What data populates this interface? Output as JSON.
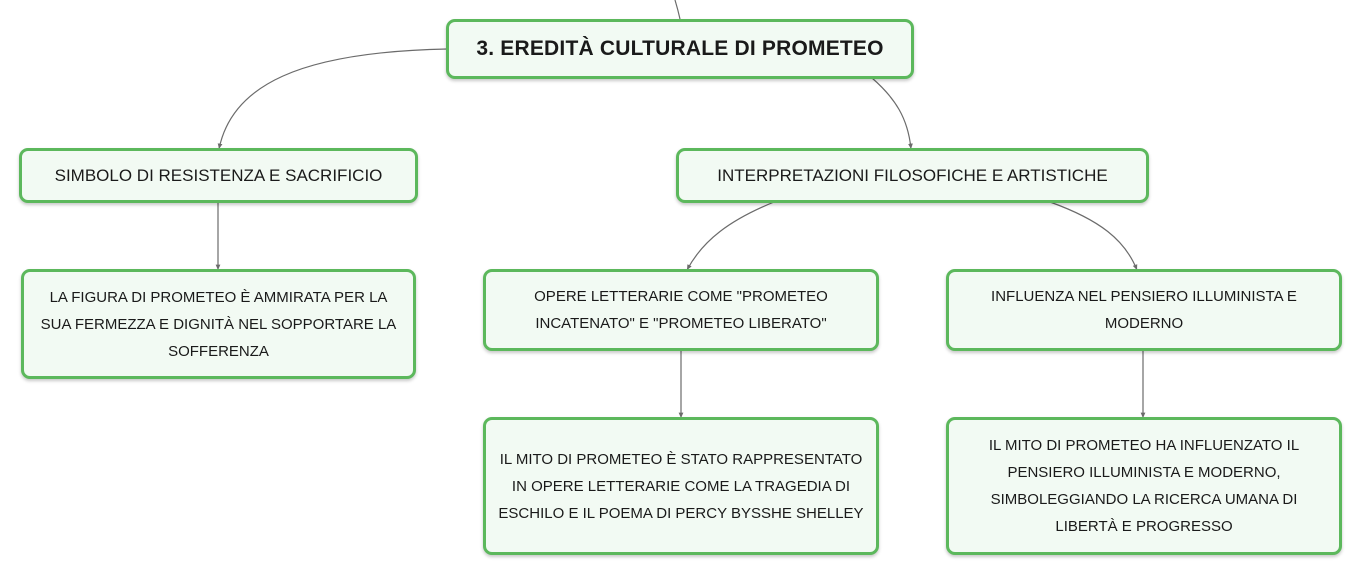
{
  "root": {
    "label": "3. EREDITÀ CULTURALE DI PROMETEO"
  },
  "branches": [
    {
      "label": "SIMBOLO DI RESISTENZA E SACRIFICIO",
      "detail": "LA FIGURA DI PROMETEO È AMMIRATA PER LA SUA FERMEZZA E DIGNITÀ NEL SOPPORTARE LA SOFFERENZA"
    },
    {
      "label": "INTERPRETAZIONI FILOSOFICHE E ARTISTICHE",
      "children": [
        {
          "label": "OPERE LETTERARIE COME \"PROMETEO INCATENATO\" E \"PROMETEO LIBERATO\"",
          "detail": "IL MITO DI PROMETEO È STATO RAPPRESENTATO IN OPERE LETTERARIE COME LA TRAGEDIA DI ESCHILO E IL POEMA DI PERCY BYSSHE SHELLEY"
        },
        {
          "label": "INFLUENZA NEL PENSIERO ILLUMINISTA E MODERNO",
          "detail": "IL MITO DI PROMETEO HA INFLUENZATO IL PENSIERO ILLUMINISTA E MODERNO, SIMBOLEGGIANDO LA RICERCA UMANA DI LIBERTÀ E PROGRESSO"
        }
      ]
    }
  ],
  "colors": {
    "node_border": "#5cb85c",
    "node_fill": "#f2faf3",
    "connector": "#6b6b6b",
    "text": "#1a1a1a"
  }
}
